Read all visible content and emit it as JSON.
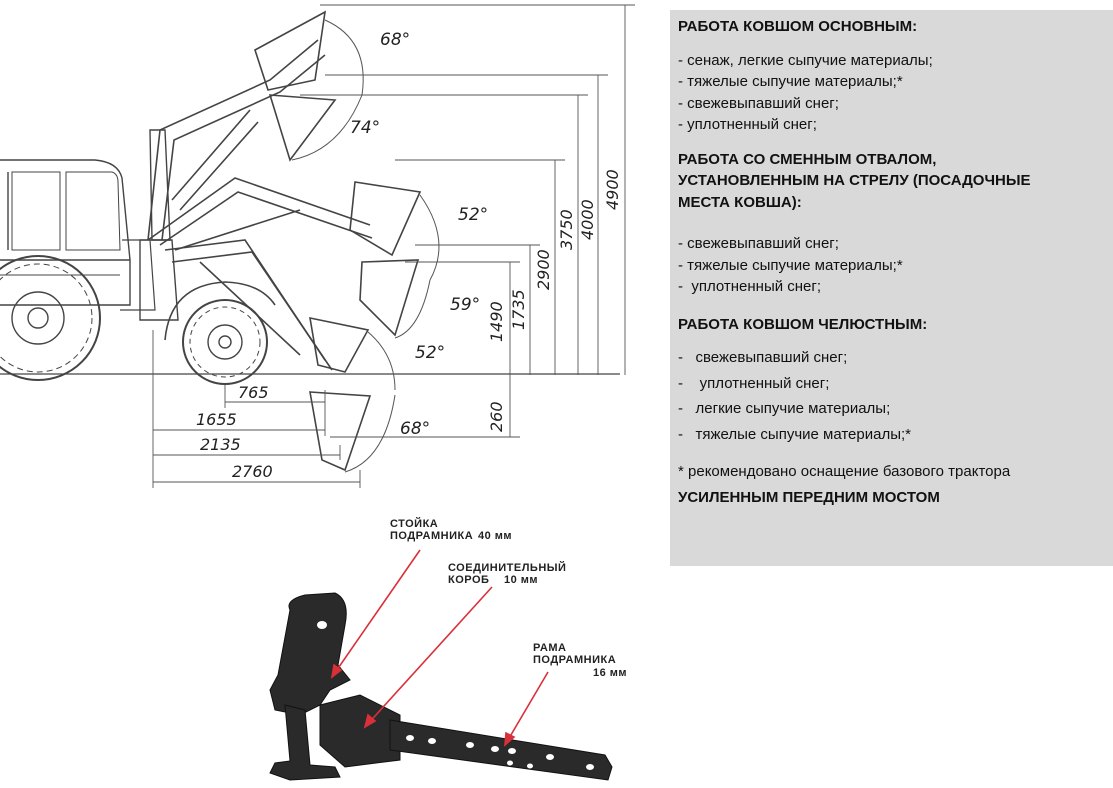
{
  "diagram": {
    "angles": [
      "68°",
      "74°",
      "52°",
      "59°",
      "52°",
      "68°"
    ],
    "horizontal_dims": [
      "765",
      "1655",
      "2135",
      "2760"
    ],
    "vertical_dims": [
      "260",
      "1490",
      "1735",
      "2900",
      "3750",
      "4000",
      "4900"
    ]
  },
  "frame": {
    "stand_label_1": "СТОЙКА",
    "stand_label_2": "ПОДРАМНИКА",
    "stand_value": "40 мм",
    "box_label_1": "СОЕДИНИТЕЛЬНЫЙ",
    "box_label_2": "КОРОБ",
    "box_value": "10 мм",
    "rail_label_1": "РАМА",
    "rail_label_2": "ПОДРАМНИКА",
    "rail_value": "16 мм"
  },
  "panel": {
    "section1_title": "РАБОТА  КОВШОМ ОСНОВНЫМ:",
    "section1_items": [
      "- сенаж, легкие сыпучие материалы;",
      "- тяжелые сыпучие материалы;*",
      "- свежевыпавший снег;",
      "- уплотненный снег;"
    ],
    "section2_title_1": "РАБОТА СО СМЕННЫМ ОТВАЛОМ,",
    "section2_title_2": "УСТАНОВЛЕННЫМ НА СТРЕЛУ (ПОСАДОЧНЫЕ",
    "section2_title_3": "МЕСТА КОВША):",
    "section2_items": [
      "- свежевыпавший снег;",
      "- тяжелые сыпучие материалы;*",
      "-  уплотненный снег;"
    ],
    "section3_title": "РАБОТА  КОВШОМ ЧЕЛЮСТНЫМ:",
    "section3_items": [
      "-   свежевыпавший снег;",
      "-    уплотненный снег;",
      "-   легкие сыпучие материалы;",
      "-   тяжелые сыпучие материалы;*"
    ],
    "footnote": "*  рекомендовано оснащение базового трактора",
    "footnote_strong": "УСИЛЕННЫМ ПЕРЕДНИМ МОСТОМ"
  },
  "colors": {
    "panel_bg": "#d9d9d9",
    "arrow": "#d9303a",
    "steel": "#2a2a2a"
  }
}
